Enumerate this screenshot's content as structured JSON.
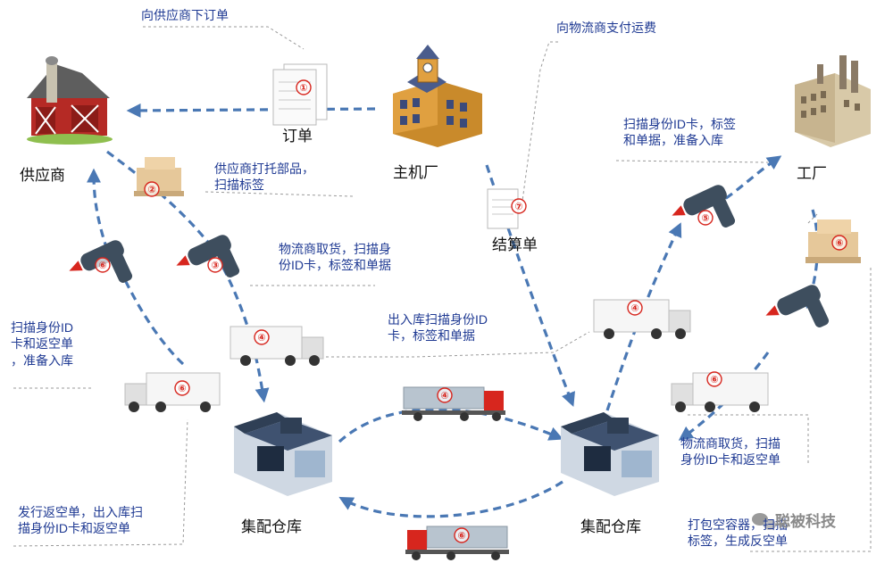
{
  "annotations": {
    "order_to_supplier": "向供应商下订单",
    "pay_freight": "向物流商支付运费",
    "supplier_pallet": "供应商打托部品，\n扫描标签",
    "logistics_pickup": "物流商取货，扫描身\n份ID卡，标签和单据",
    "scan_return_empty": "扫描身份ID\n卡和返空单\n，准备入库",
    "warehouse_scan": "出入库扫描身份ID\n卡，标签和单据",
    "factory_scan": "扫描身份ID卡，标签\n和单据，准备入库",
    "logistics_pickup_return": "物流商取货，扫描\n身份ID卡和返空单",
    "issue_return_empty": "发行返空单，出入库扫\n描身份ID卡和返空单",
    "pack_empty": "打包空容器，扫描\n标签，生成反空单"
  },
  "nodes": {
    "supplier": "供应商",
    "oem": "主机厂",
    "factory": "工厂",
    "order": "订单",
    "statement": "结算单",
    "warehouse_left": "集配仓库",
    "warehouse_right": "集配仓库"
  },
  "badges": {
    "n1": "①",
    "n2": "②",
    "n3": "③",
    "n4": "④",
    "n5": "⑤",
    "n6": "⑥",
    "n7": "⑦"
  },
  "watermark": "聪被科技",
  "colors": {
    "arrow": "#4a78b4",
    "badge": "#d7261e",
    "text_blue": "#1f3a93"
  }
}
